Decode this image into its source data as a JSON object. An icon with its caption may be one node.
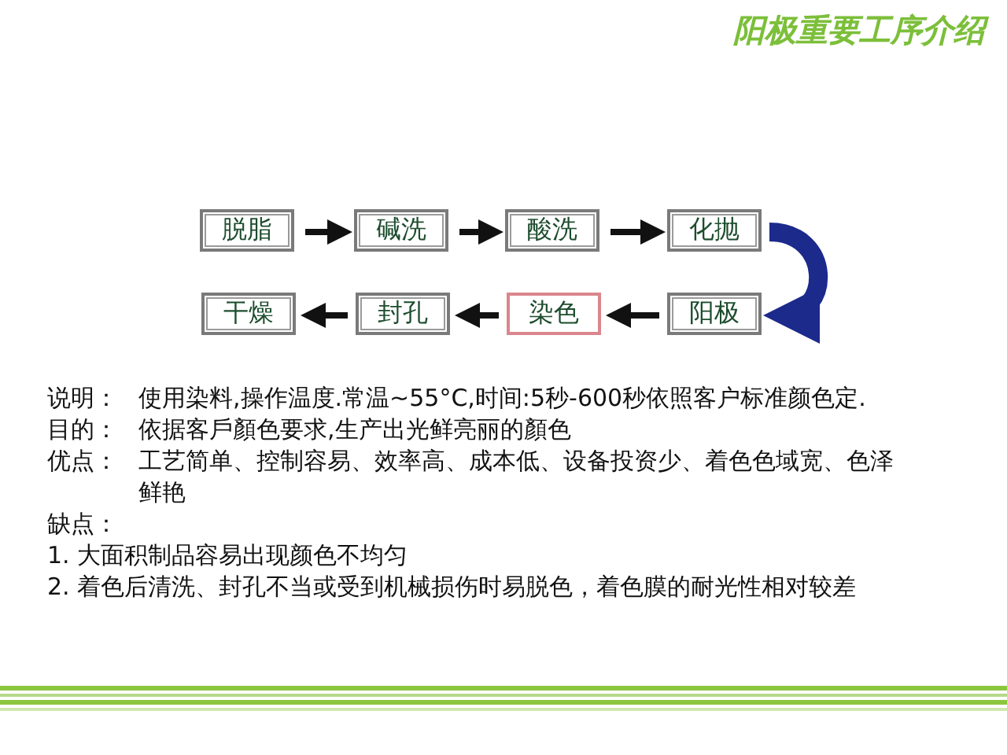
{
  "diagram": {
    "title": "阳极重要工序介绍",
    "nodes": [
      {
        "text": [
          "脱脂"
        ]
      },
      {
        "text": [
          "碱洗"
        ]
      },
      {
        "text": [
          "酸洗"
        ]
      },
      {
        "text": [
          "化抛"
        ]
      },
      {
        "text": [
          "阳极"
        ]
      },
      {
        "text": [
          "染色"
        ]
      },
      {
        "text": [
          "封孔"
        ]
      },
      {
        "text": [
          "干燥"
        ]
      }
    ],
    "edges": [
      {
        "from": 0,
        "to": 1,
        "arrow": "to"
      },
      {
        "from": 1,
        "to": 2,
        "arrow": "to"
      },
      {
        "from": 2,
        "to": 3,
        "arrow": "to"
      },
      {
        "from": 3,
        "to": 4,
        "arrow": "to",
        "style": "thick",
        "color": "#1c2a8c"
      },
      {
        "from": 4,
        "to": 5,
        "arrow": "to"
      },
      {
        "from": 5,
        "to": 6,
        "arrow": "to"
      },
      {
        "from": 6,
        "to": 7,
        "arrow": "to"
      }
    ],
    "labels": [
      "说明：",
      "使用染料,操作温度.常温~55°C,时间:5秒-600秒依照客户标准颜色定.",
      "目的：",
      "依据客戶顏色要求,生产出光鲜亮丽的顏色",
      "优点：",
      "工艺简单、控制容易、效率高、成本低、设备投资少、着色色域宽、色泽鲜艳",
      "缺点：",
      "1. 大面积制品容易出现颜色不均匀",
      "2. 着色后清洗、封孔不当或受到机械损伤时易脱色，着色膜的耐光性相对较差"
    ]
  }
}
